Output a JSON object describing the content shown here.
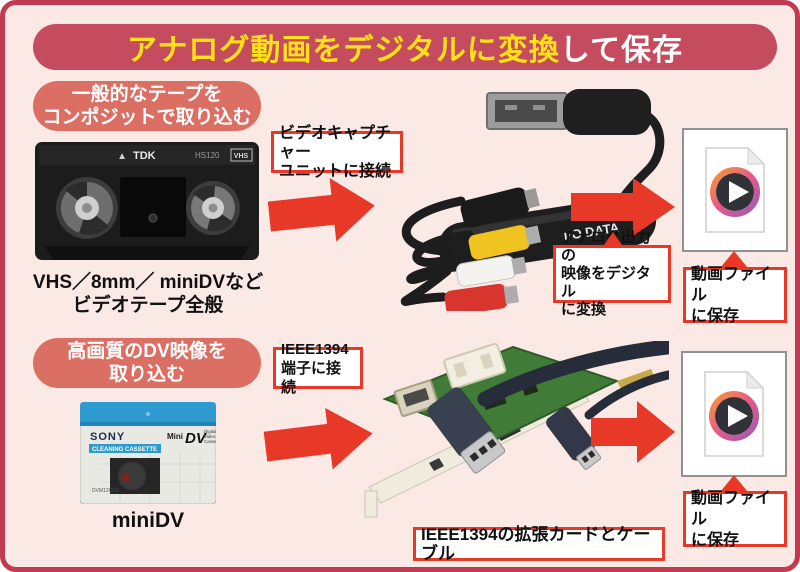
{
  "colors": {
    "background": "#fbe9e6",
    "frame_border": "#c23a50",
    "banner_bg": "#c54b5e",
    "banner_text_highlight": "#ffe115",
    "banner_text_tail": "#ffffff",
    "pill_bg": "#dc6f64",
    "arrow_red": "#e73828",
    "note_border": "#e73828"
  },
  "header": {
    "title_main": "アナログ動画をデジタルに変換",
    "title_tail": "して保存"
  },
  "analog": {
    "method": {
      "line1": "一般的なテープを",
      "line2": "コンポジットで取り込む"
    },
    "tape": {
      "mark": "▲",
      "brand": "TDK",
      "model": "HS120",
      "format": "VHS"
    },
    "tape_caption": {
      "line1": "VHS／8mm／ miniDVなど",
      "line2": "ビデオテープ全般"
    },
    "connect_note": {
      "line1": "ビデオキャプチャー",
      "line2": "ユニットに接続"
    },
    "device": {
      "brand": "I·O DATA"
    },
    "convert_note": {
      "line1": "アナログ出力の",
      "line2": "映像をデジタル",
      "line3": "に変換"
    },
    "save_note": {
      "line1": "動画ファイル",
      "line2": "に保存"
    }
  },
  "dv": {
    "method": {
      "line1": "高画質のDV映像を",
      "line2": "取り込む"
    },
    "cassette": {
      "brand": "SONY",
      "type": "CLEANING CASSETTE",
      "logo_mini": "Mini",
      "logo_dv": "DV",
      "logo_sub1": "Digital",
      "logo_sub2": "Video",
      "logo_sub3": "Cassette",
      "model": "DVM12CLD"
    },
    "cassette_caption": "miniDV",
    "connect_note": {
      "line1": "IEEE1394",
      "line2": "端子に接続"
    },
    "hardware_caption": "IEEE1394の拡張カードとケーブル",
    "save_note": {
      "line1": "動画ファイル",
      "line2": "に保存"
    }
  }
}
